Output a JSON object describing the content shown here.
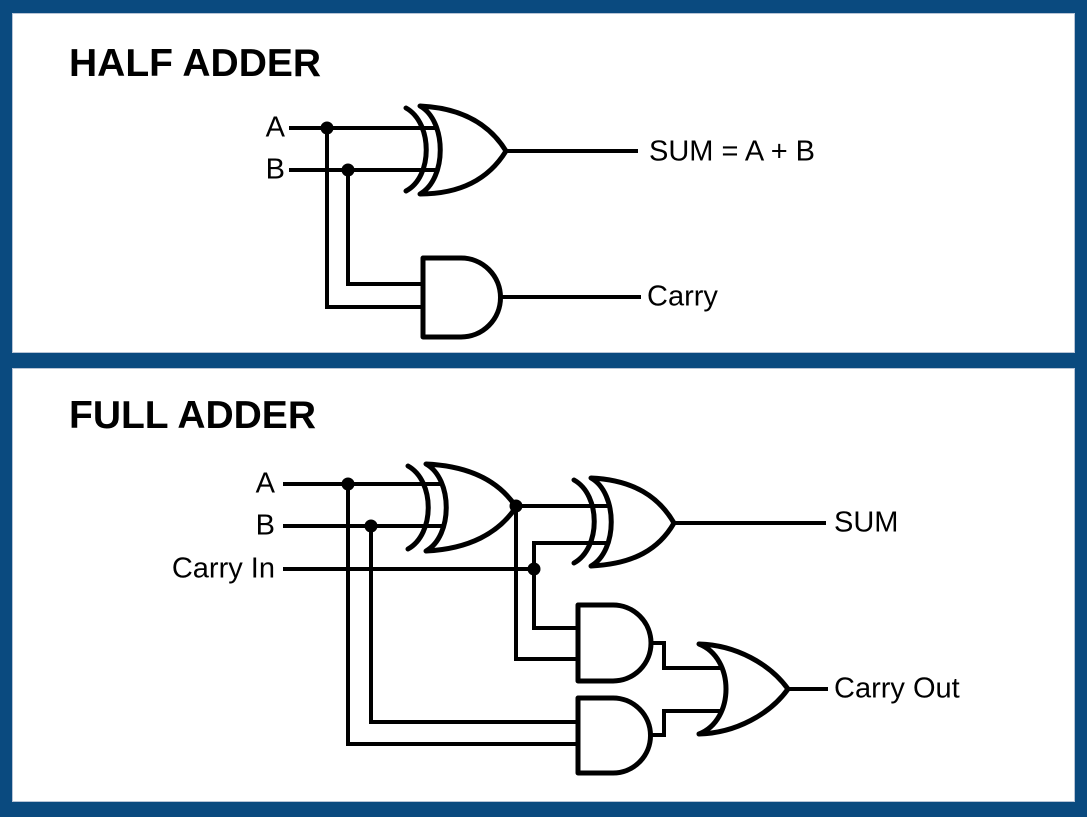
{
  "colors": {
    "frame_blue": "#0a4a7f",
    "panel_background": "#ffffff",
    "ink": "#000000"
  },
  "half_adder": {
    "title": "HALF ADDER",
    "inputs": {
      "a": "A",
      "b": "B"
    },
    "outputs": {
      "sum": "SUM = A + B",
      "carry": "Carry"
    },
    "gates": [
      {
        "type": "XOR",
        "inputs": [
          "A",
          "B"
        ],
        "output": "SUM = A + B"
      },
      {
        "type": "AND",
        "inputs": [
          "A",
          "B"
        ],
        "output": "Carry"
      }
    ]
  },
  "full_adder": {
    "title": "FULL ADDER",
    "inputs": {
      "a": "A",
      "b": "B",
      "carry_in": "Carry In"
    },
    "outputs": {
      "sum": "SUM",
      "carry_out": "Carry Out"
    },
    "gates": [
      {
        "type": "XOR",
        "inputs": [
          "A",
          "B"
        ],
        "output": "A xor B"
      },
      {
        "type": "XOR",
        "inputs": [
          "A xor B",
          "Carry In"
        ],
        "output": "SUM"
      },
      {
        "type": "AND",
        "inputs": [
          "Carry In",
          "A xor B"
        ],
        "output": "to OR"
      },
      {
        "type": "AND",
        "inputs": [
          "B",
          "A"
        ],
        "output": "to OR"
      },
      {
        "type": "OR",
        "inputs": [
          "AND outputs"
        ],
        "output": "Carry Out"
      }
    ]
  }
}
